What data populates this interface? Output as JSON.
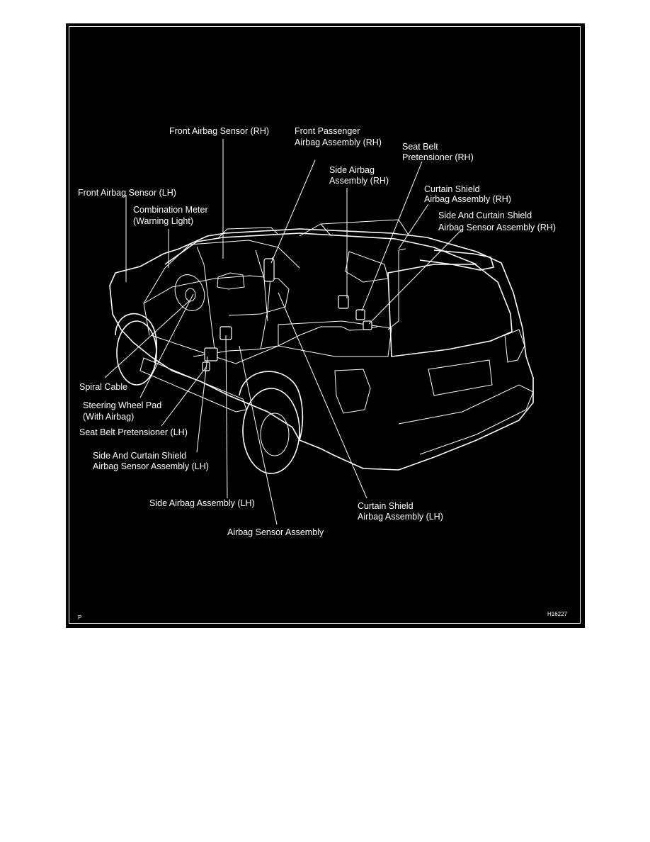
{
  "figure": {
    "code": "H16227",
    "corner_mark": "P",
    "colors": {
      "background": "#000000",
      "ink": "#ffffff"
    }
  },
  "labels": {
    "front_airbag_sensor_rh": "Front Airbag Sensor (RH)",
    "front_passenger_airbag_l1": "Front Passenger",
    "front_passenger_airbag_l2": "Airbag Assembly (RH)",
    "seat_belt_pretensioner_rh_l1": "Seat Belt",
    "seat_belt_pretensioner_rh_l2": "Pretensioner (RH)",
    "side_airbag_rh_l1": "Side Airbag",
    "side_airbag_rh_l2": "Assembly (RH)",
    "front_airbag_sensor_lh": "Front Airbag Sensor (LH)",
    "curtain_shield_rh_l1": "Curtain Shield",
    "curtain_shield_rh_l2": "Airbag Assembly (RH)",
    "combination_meter_l1": "Combination Meter",
    "combination_meter_l2": "(Warning Light)",
    "side_curtain_sensor_rh_l1": "Side And Curtain Shield",
    "side_curtain_sensor_rh_l2": "Airbag Sensor Assembly (RH)",
    "spiral_cable": "Spiral Cable",
    "steering_wheel_pad_l1": "Steering Wheel Pad",
    "steering_wheel_pad_l2": "(With Airbag)",
    "seat_belt_pretensioner_lh": "Seat Belt Pretensioner (LH)",
    "side_curtain_sensor_lh_l1": "Side And Curtain Shield",
    "side_curtain_sensor_lh_l2": "Airbag Sensor Assembly (LH)",
    "side_airbag_lh": "Side Airbag Assembly (LH)",
    "curtain_shield_lh_l1": "Curtain Shield",
    "curtain_shield_lh_l2": "Airbag Assembly (LH)",
    "airbag_sensor_assembly": "Airbag Sensor Assembly"
  }
}
